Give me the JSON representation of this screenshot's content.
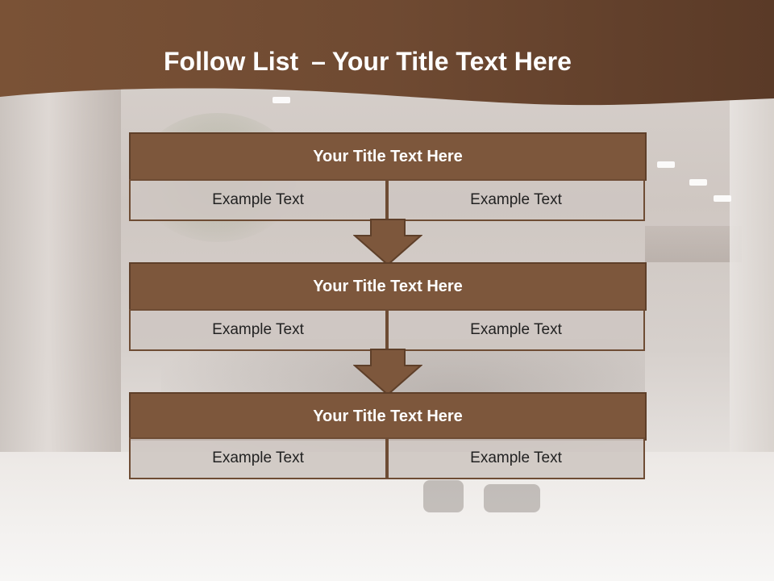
{
  "slide": {
    "title_bold": "Follow List",
    "title_separator": "–",
    "title_rest": "Your Title Text Here"
  },
  "blocks": [
    {
      "title": "Your Title Text Here",
      "left": "Example Text",
      "right": "Example Text"
    },
    {
      "title": "Your Title Text Here",
      "left": "Example Text",
      "right": "Example Text"
    },
    {
      "title": "Your Title Text Here",
      "left": "Example Text",
      "right": "Example Text"
    }
  ],
  "colors": {
    "header_brown": "#6f4a32",
    "block_title_brown": "#7d573c",
    "border_brown": "#5e3f29",
    "cell_fill": "#cec6c1",
    "title_text": "#ffffff"
  },
  "icons": [
    "down-arrow-icon"
  ]
}
